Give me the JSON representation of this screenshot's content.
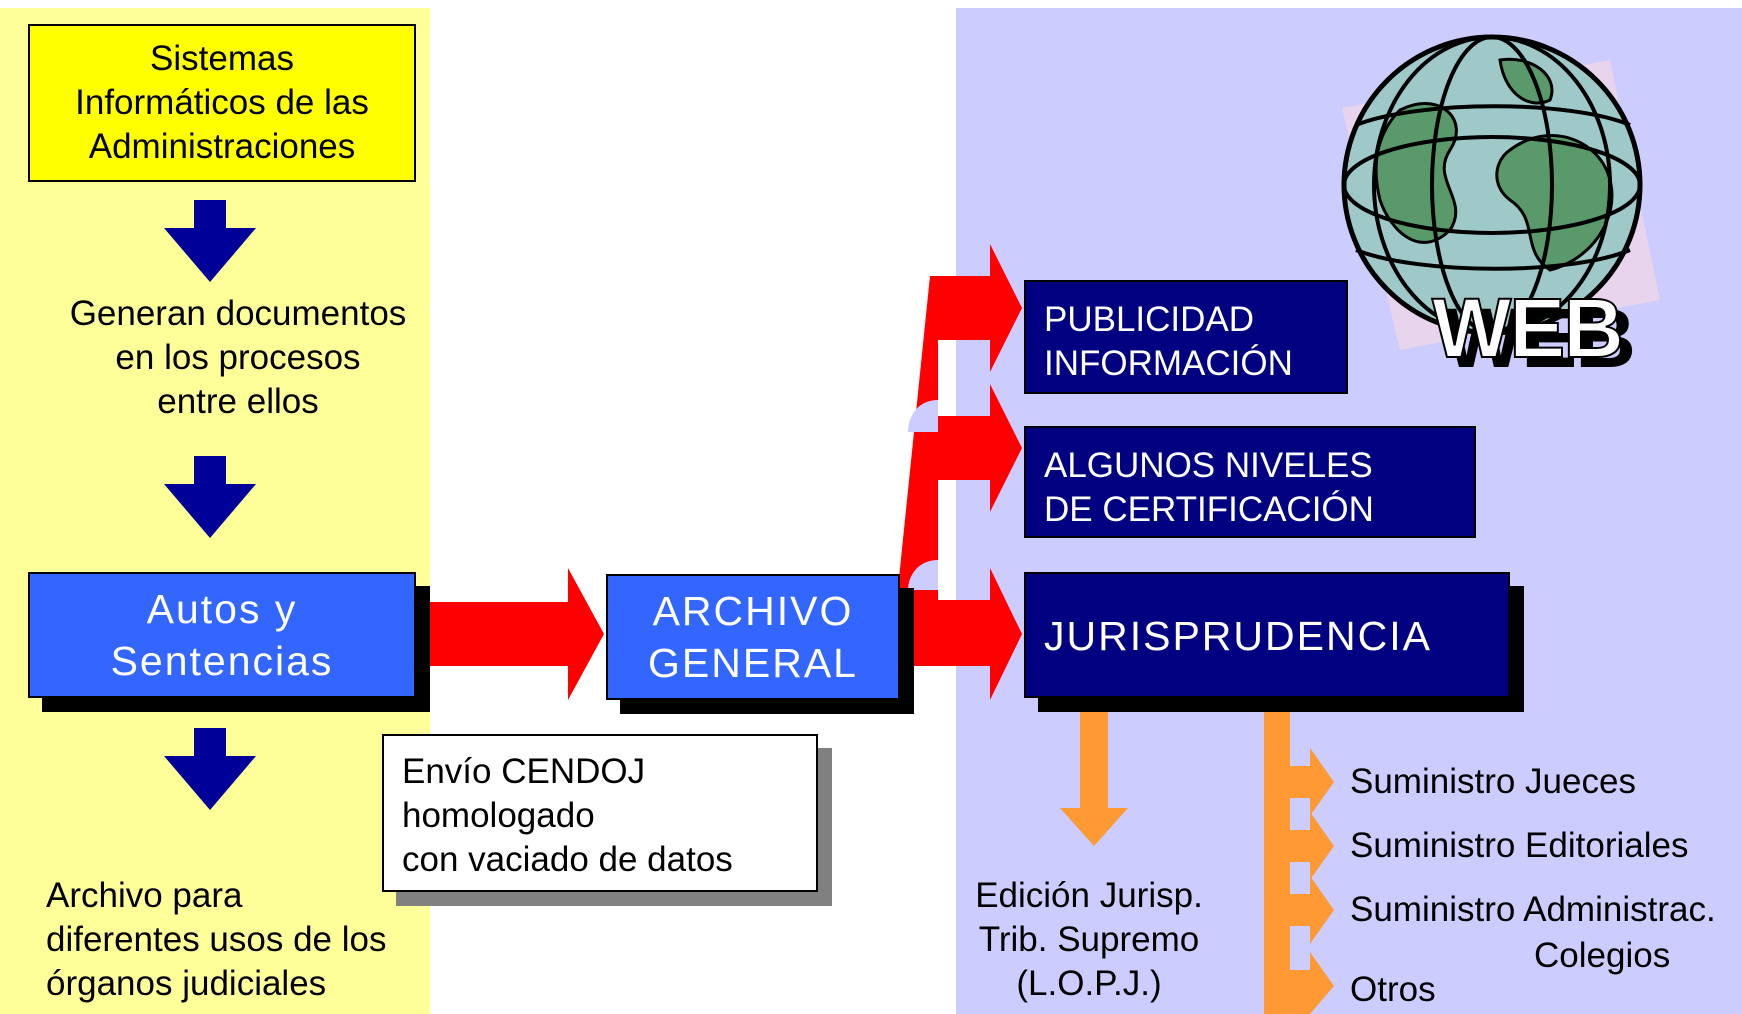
{
  "left": {
    "top_box": "Sistemas\nInformáticos de las\nAdministraciones",
    "generate_text": "Generan documentos\nen los procesos\nentre ellos",
    "autos_box": "Autos y\nSentencias",
    "archive_text": "Archivo para\ndiferentes usos de los\nórganos judiciales"
  },
  "middle": {
    "archivo_box": "ARCHIVO\nGENERAL",
    "envio_box": "Envío CENDOJ\nhomologado\ncon vaciado de datos"
  },
  "right": {
    "publicidad_box": "PUBLICIDAD\nINFORMACIÓN",
    "niveles_box": "ALGUNOS NIVELES\nDE CERTIFICACIÓN",
    "jurisprudencia_box": "JURISPRUDENCIA",
    "web_label": "WEB",
    "edicion_text": "Edición Jurisp.\nTrib. Supremo\n(L.O.P.J.)",
    "suministros": [
      "Suministro Jueces",
      "Suministro Editoriales",
      "Suministro Administrac.",
      "Colegios",
      "Otros"
    ]
  },
  "colors": {
    "left_panel": "#ffff99",
    "right_panel": "#ccccff",
    "navy": "#000080",
    "blue": "#3366ff",
    "red_arrow": "#ff0000",
    "orange_arrow": "#ff9933",
    "down_arrow": "#000099"
  }
}
